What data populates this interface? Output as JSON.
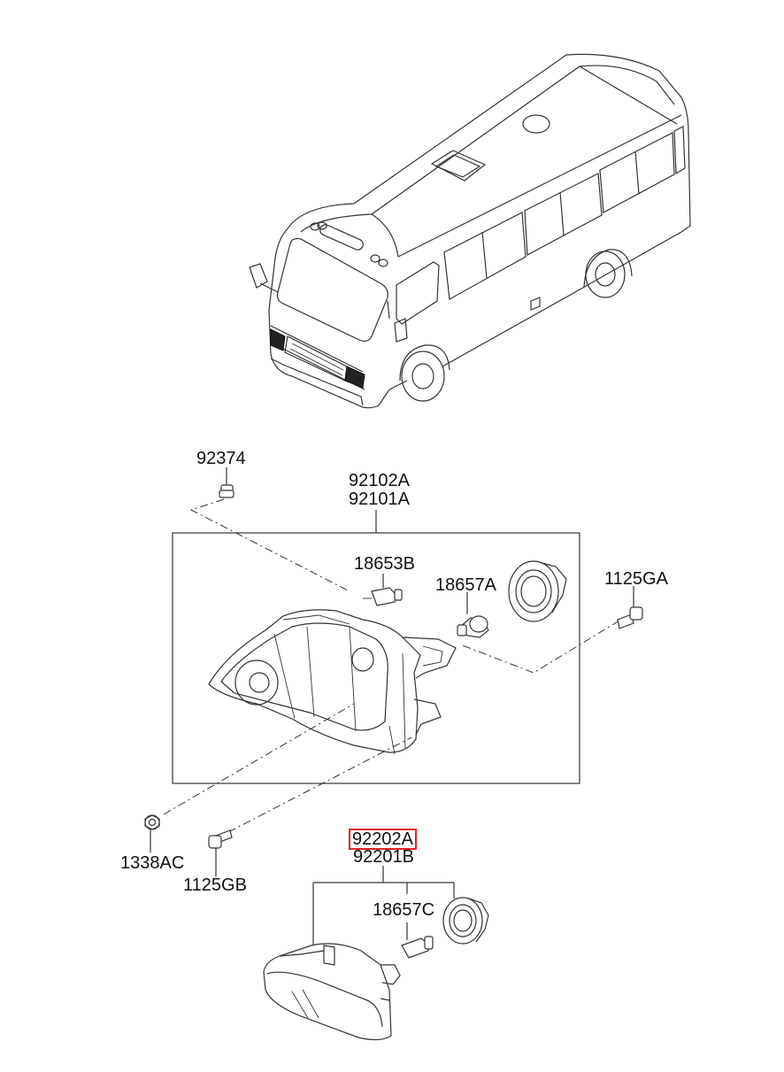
{
  "callouts": {
    "p92374": "92374",
    "p92102A": "92102A",
    "p92101A": "92101A",
    "p18653B": "18653B",
    "p18657A": "18657A",
    "p1125GA": "1125GA",
    "p1338AC": "1338AC",
    "p1125GB": "1125GB",
    "p92202A": "92202A",
    "p92201B": "92201B",
    "p18657C": "18657C"
  },
  "highlight_color": "#e0242b"
}
